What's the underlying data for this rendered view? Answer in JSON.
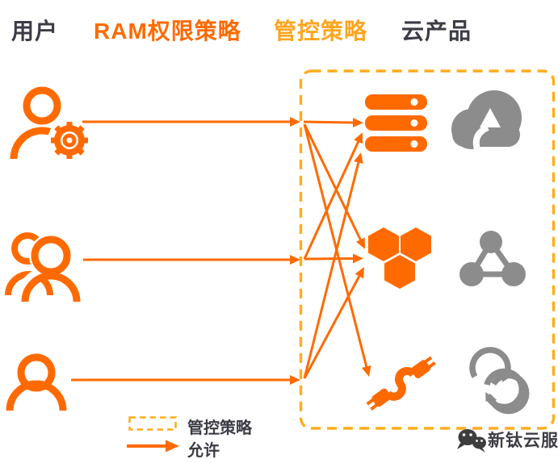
{
  "header": {
    "columns": [
      {
        "id": "users",
        "label": "用户",
        "color": "#3C3C46"
      },
      {
        "id": "ram",
        "label": "RAM权限策略",
        "color": "#FF6A00"
      },
      {
        "id": "control",
        "label": "管控策略",
        "color": "#FFA51F"
      },
      {
        "id": "product",
        "label": "云产品",
        "color": "#3C3C46"
      }
    ]
  },
  "diagram": {
    "users": [
      {
        "id": "user-with-gear",
        "icon": "admin-user-icon"
      },
      {
        "id": "user-group",
        "icon": "user-group-icon"
      },
      {
        "id": "single-user",
        "icon": "user-icon"
      }
    ],
    "resources": [
      {
        "id": "server-stack",
        "icon": "server-stack-icon",
        "color": "#FF6A00"
      },
      {
        "id": "hexagon-cluster",
        "icon": "hexagon-cluster-icon",
        "color": "#FF6A00"
      },
      {
        "id": "plug",
        "icon": "plug-icon",
        "color": "#FF6A00"
      }
    ],
    "products": [
      {
        "id": "cloud-upload",
        "icon": "cloud-upload-icon",
        "color": "#8C8C8C"
      },
      {
        "id": "network-nodes",
        "icon": "network-nodes-icon",
        "color": "#8C8C8C"
      },
      {
        "id": "sync-circles",
        "icon": "sync-circles-icon",
        "color": "#8C8C8C"
      }
    ],
    "boundary": {
      "meaning": "管控策略",
      "style": "dashed",
      "color": "#FFAC1F"
    },
    "connections": [
      {
        "from": "user-with-gear",
        "to": "control-boundary"
      },
      {
        "from": "user-group",
        "to": "control-boundary"
      },
      {
        "from": "single-user",
        "to": "control-boundary"
      },
      {
        "from": "user-with-gear",
        "to": "server-stack"
      },
      {
        "from": "user-with-gear",
        "to": "hexagon-cluster"
      },
      {
        "from": "user-with-gear",
        "to": "plug"
      },
      {
        "from": "user-group",
        "to": "server-stack"
      },
      {
        "from": "user-group",
        "to": "hexagon-cluster"
      },
      {
        "from": "single-user",
        "to": "server-stack"
      },
      {
        "from": "single-user",
        "to": "hexagon-cluster"
      }
    ]
  },
  "legend": {
    "items": [
      {
        "symbol": "dashed-box",
        "label": "管控策略"
      },
      {
        "symbol": "allow-arrow",
        "label": "允许"
      }
    ]
  },
  "watermark": {
    "text": "新钛云服",
    "icon": "wechat-icon"
  },
  "colors": {
    "orange": "#FF6A00",
    "amber": "#FFA51F",
    "amber_dash": "#FFAC1F",
    "gray": "#8C8C8C",
    "dark_text": "#3C3C46",
    "background": "#FFFFFF"
  }
}
